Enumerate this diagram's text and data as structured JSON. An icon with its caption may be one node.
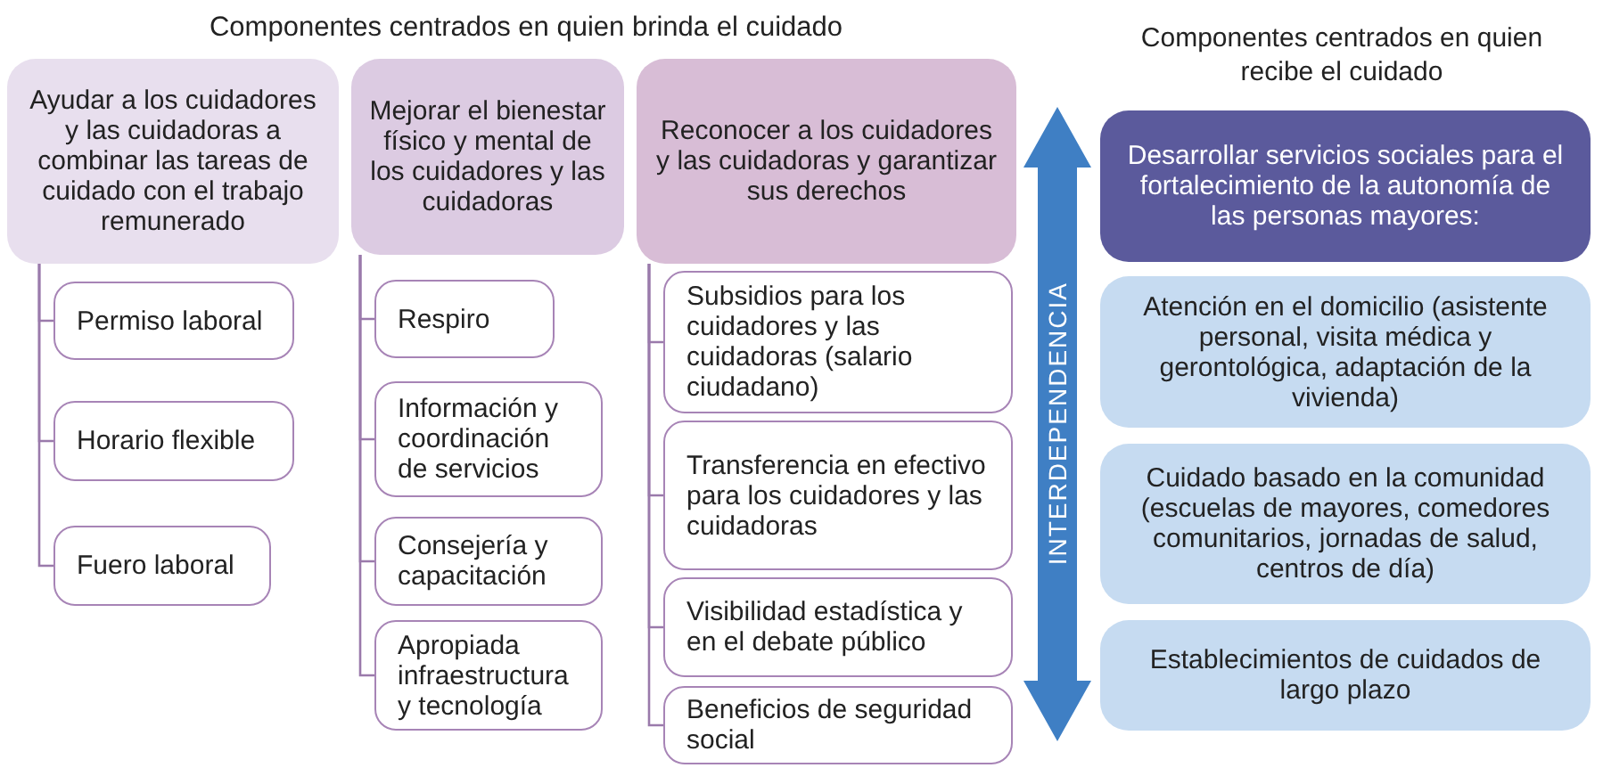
{
  "diagram": {
    "title": "Componentes centrados en quien brinda el cuidado",
    "nodes": [
      {
        "text": [
          "Ayudar a los cuidadores y las cuidadoras a combinar las tareas de cuidado con el trabajo remunerado"
        ]
      },
      {
        "text": [
          "Permiso laboral"
        ]
      },
      {
        "text": [
          "Horario flexible"
        ]
      },
      {
        "text": [
          "Fuero laboral"
        ]
      },
      {
        "text": [
          "Mejorar el bienestar físico y mental de los cuidadores y las cuidadoras"
        ]
      },
      {
        "text": [
          "Respiro"
        ]
      },
      {
        "text": [
          "Información y coordinación de servicios"
        ]
      },
      {
        "text": [
          "Consejería y capacitación"
        ]
      },
      {
        "text": [
          "Apropiada infraestructura y tecnología"
        ]
      },
      {
        "text": [
          "Reconocer a los cuidadores y las cuidadoras y garantizar sus derechos"
        ]
      },
      {
        "text": [
          "Subsidios para los cuidadores y las cuidadoras (salario ciudadano)"
        ]
      },
      {
        "text": [
          "Transferencia en efectivo para los cuidadores y las cuidadoras"
        ]
      },
      {
        "text": [
          "Visibilidad estadística y en el debate público"
        ]
      },
      {
        "text": [
          "Beneficios de seguridad social"
        ]
      },
      {
        "text": [
          "INTERDEPENDENCIA"
        ]
      },
      {
        "text": [
          "Desarrollar servicios sociales para el fortalecimiento de la autonomía de las personas mayores:"
        ]
      },
      {
        "text": [
          "Atención en el domicilio (asistente personal, visita médica y gerontológica, adaptación de la vivienda)"
        ]
      },
      {
        "text": [
          "Cuidado basado en la comunidad (escuelas de mayores, comedores comunitarios, jornadas de salud, centros de día)"
        ]
      },
      {
        "text": [
          "Establecimientos de cuidados de largo plazo"
        ]
      }
    ],
    "edges": [
      {
        "from": 0,
        "to": 1,
        "arrow": "none"
      },
      {
        "from": 0,
        "to": 2,
        "arrow": "none"
      },
      {
        "from": 0,
        "to": 3,
        "arrow": "none"
      },
      {
        "from": 4,
        "to": 5,
        "arrow": "none"
      },
      {
        "from": 4,
        "to": 6,
        "arrow": "none"
      },
      {
        "from": 4,
        "to": 7,
        "arrow": "none"
      },
      {
        "from": 4,
        "to": 8,
        "arrow": "none"
      },
      {
        "from": 9,
        "to": 10,
        "arrow": "none"
      },
      {
        "from": 9,
        "to": 11,
        "arrow": "none"
      },
      {
        "from": 9,
        "to": 12,
        "arrow": "none"
      },
      {
        "from": 9,
        "to": 13,
        "arrow": "none"
      }
    ],
    "labels": [
      "Componentes centrados en quien recibe el cuidado"
    ]
  }
}
